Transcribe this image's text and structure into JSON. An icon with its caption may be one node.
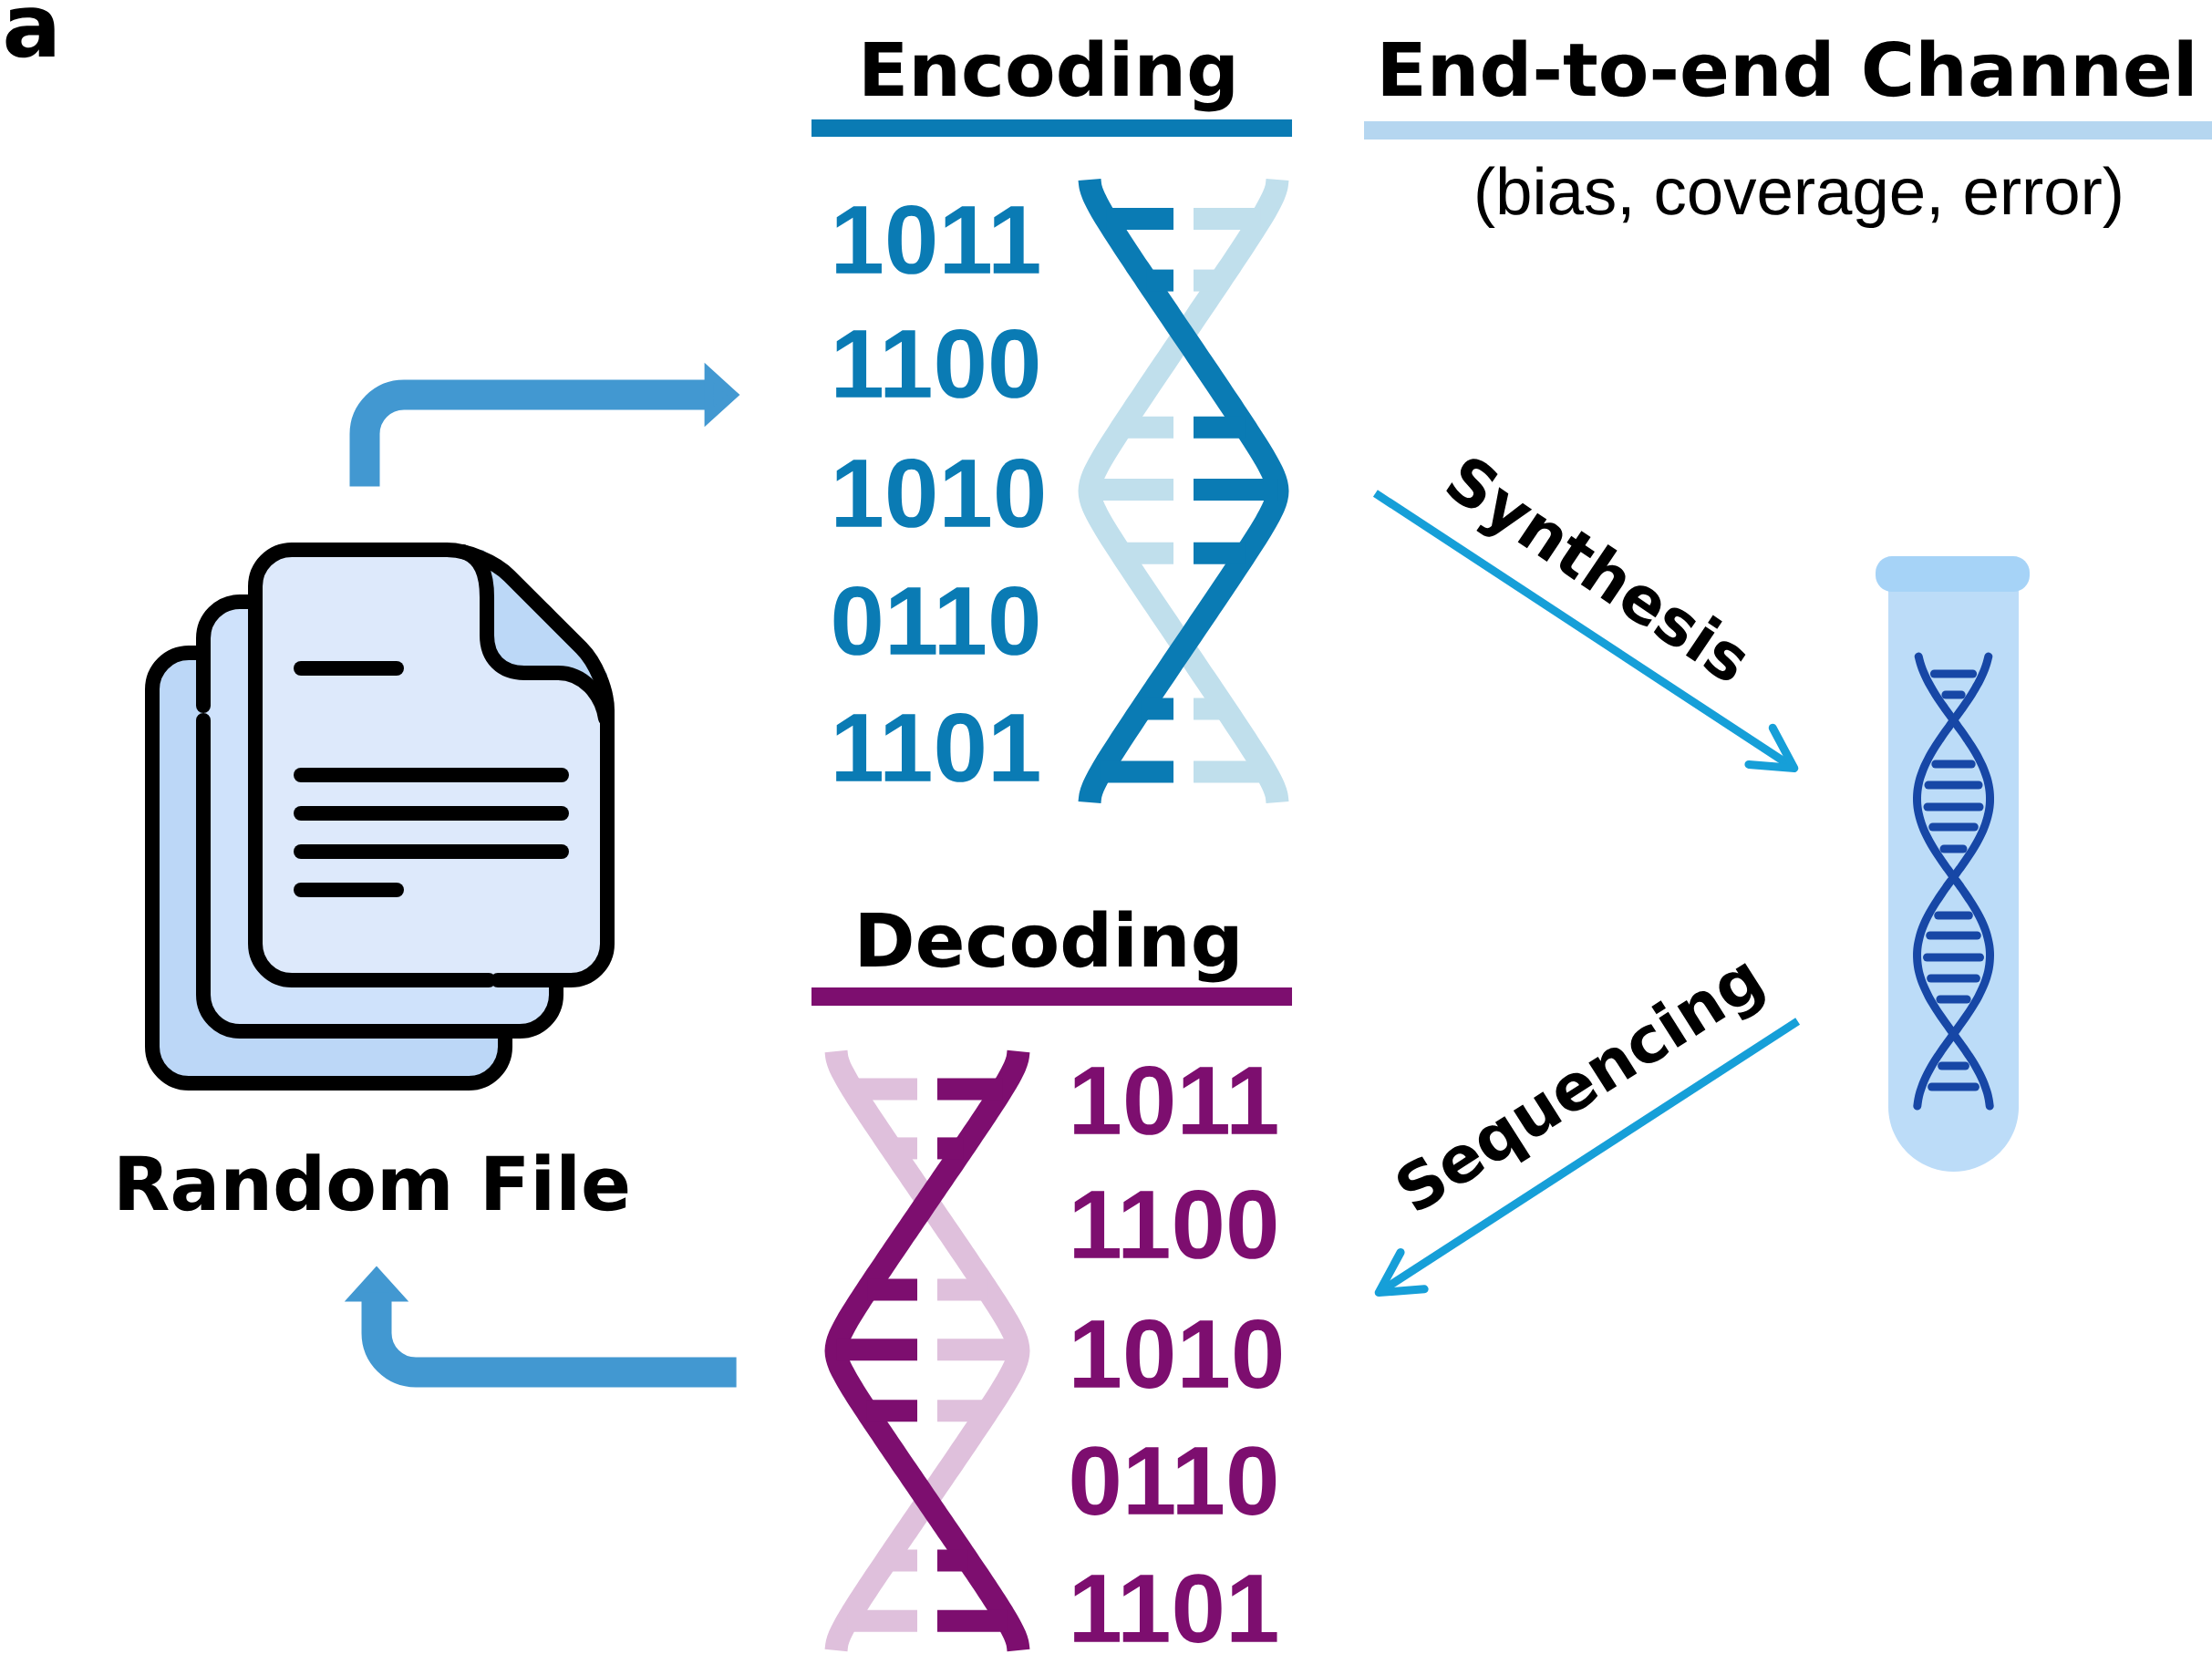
{
  "diagram": {
    "nodes": [
      {
        "text": [],
        "shape": "picture",
        "beside": [
          "Random File"
        ]
      },
      {
        "text": [
          "Encoding",
          "1011",
          "1100",
          "1010",
          "0110",
          "1101"
        ]
      },
      {
        "text": [],
        "shape": "picture"
      },
      {
        "text": [
          "Decoding",
          "1011",
          "1100",
          "1010",
          "0110",
          "1101"
        ]
      }
    ],
    "edges": [
      {
        "from": 0,
        "to": 1,
        "arrow": "to",
        "style": "thick",
        "color": "#4298d1"
      },
      {
        "from": 1,
        "to": 2,
        "arrow": "to",
        "label": "Synthesis",
        "color": "#169fd8"
      },
      {
        "from": 2,
        "to": 3,
        "arrow": "to",
        "label": "Sequencing",
        "color": "#169fd8"
      },
      {
        "from": 3,
        "to": 0,
        "arrow": "to",
        "style": "thick",
        "color": "#4298d1"
      }
    ],
    "labels": [
      "a",
      "End-to-end Channel",
      "(bias, coverage, error)"
    ]
  }
}
